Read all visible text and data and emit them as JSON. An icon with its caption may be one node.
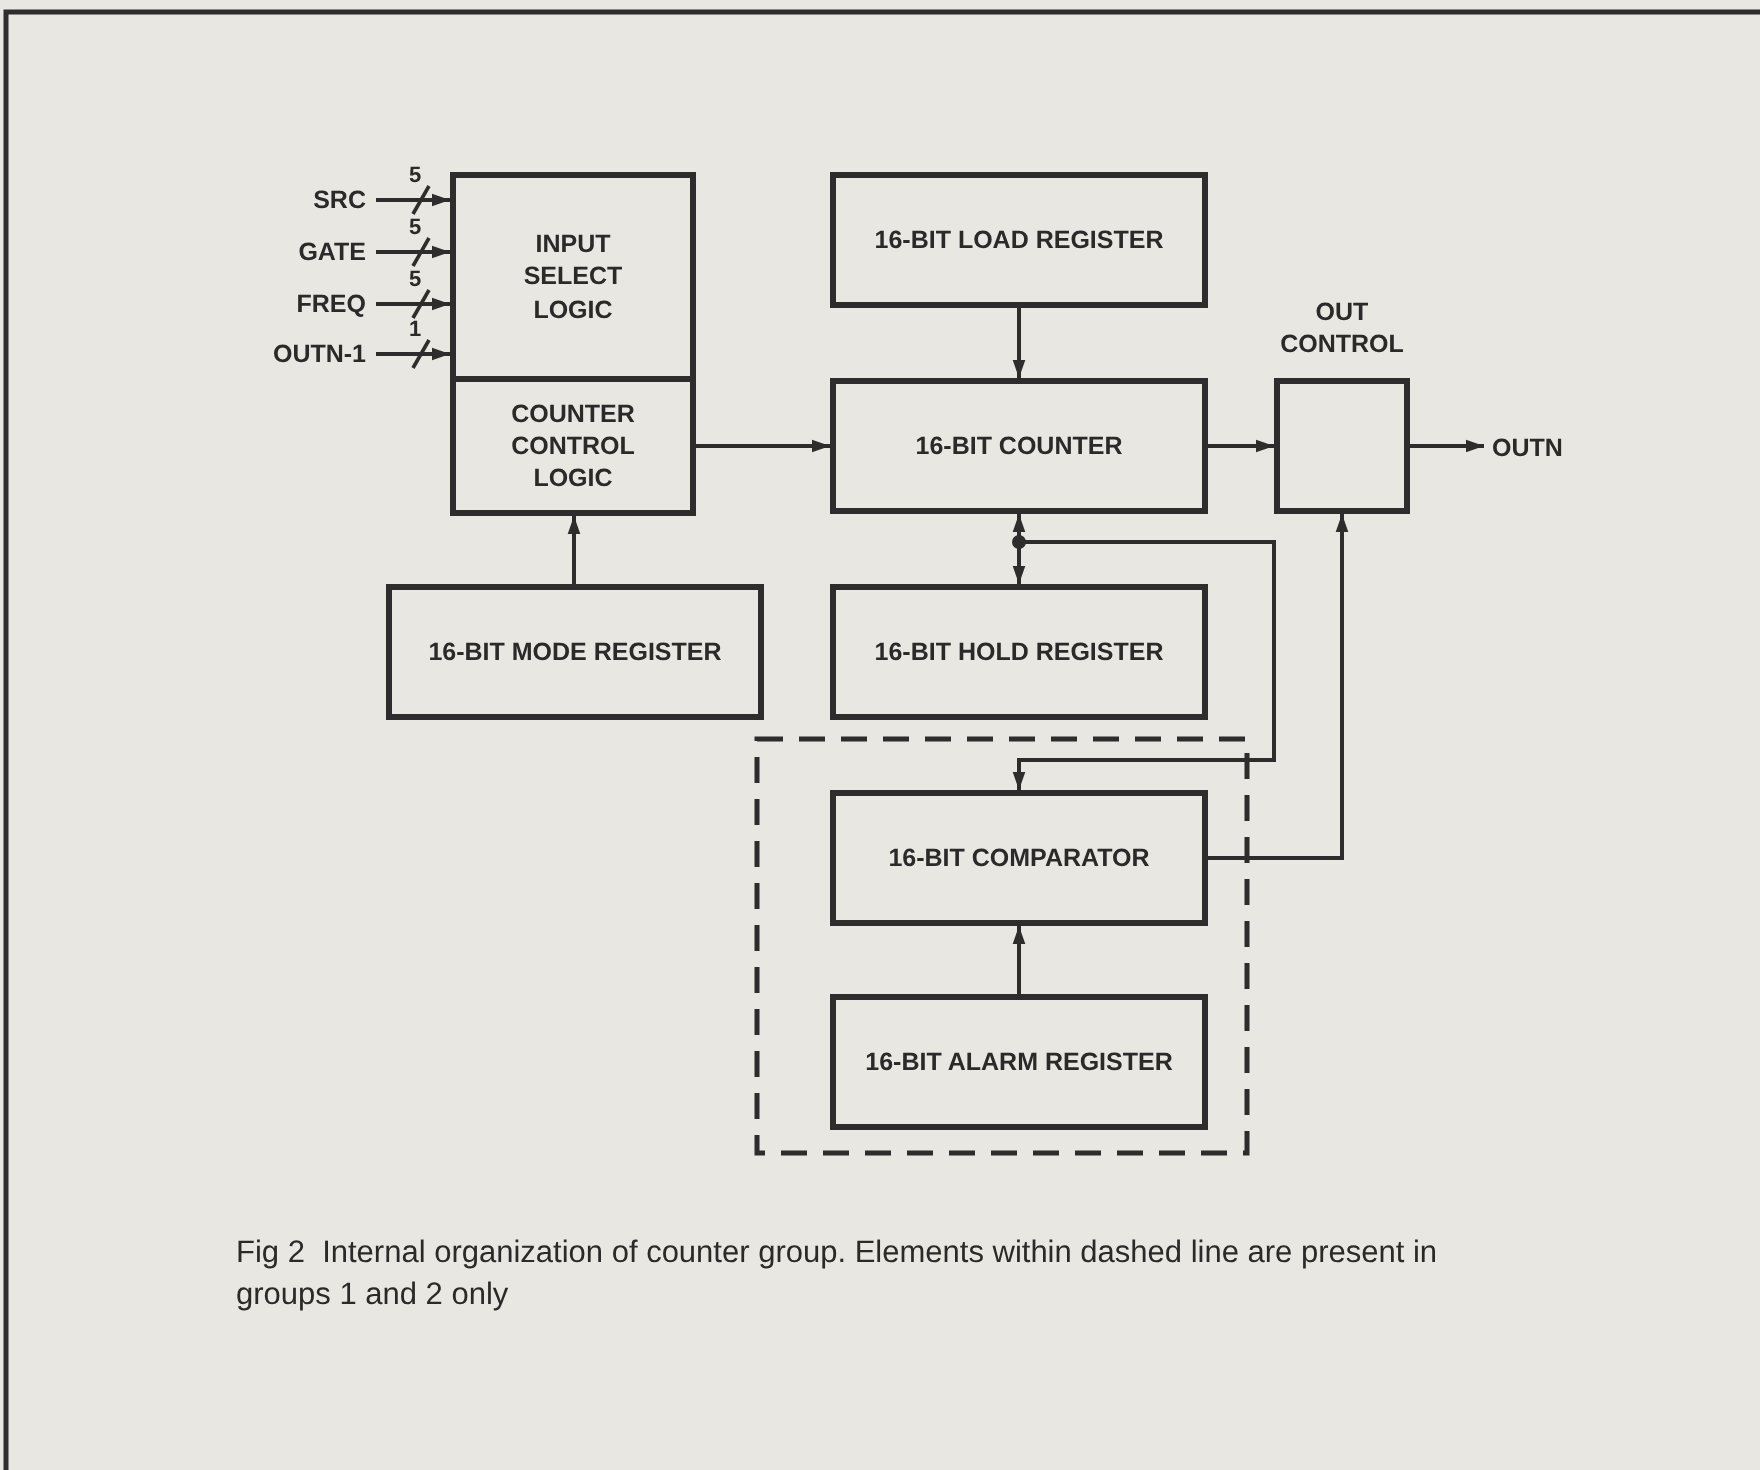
{
  "diagram": {
    "caption": "Fig 2  Internal organization of counter group. Elements within dashed line are present in groups 1 and 2 only",
    "nodes": [
      {
        "text": [
          "SRC"
        ]
      },
      {
        "text": [
          "GATE"
        ]
      },
      {
        "text": [
          "FREQ"
        ]
      },
      {
        "text": [
          "OUTN-1"
        ]
      },
      {
        "text": [
          "INPUT SELECT LOGIC"
        ]
      },
      {
        "text": [
          "COUNTER CONTROL LOGIC"
        ]
      },
      {
        "text": [
          "16-BIT LOAD REGISTER"
        ]
      },
      {
        "text": [
          "16-BIT COUNTER"
        ]
      },
      {
        "text": [
          "OUT CONTROL"
        ]
      },
      {
        "text": [
          "OUTN"
        ]
      },
      {
        "text": [
          "16-BIT MODE REGISTER"
        ]
      },
      {
        "text": [
          "16-BIT HOLD REGISTER"
        ]
      },
      {
        "text": [],
        "shape": "box"
      },
      {
        "text": [
          "16-BIT COMPARATOR"
        ],
        "in": 12
      },
      {
        "text": [
          "16-BIT ALARM REGISTER"
        ],
        "in": 12
      }
    ],
    "edges": [
      {
        "from": 0,
        "to": 4,
        "arrow": "to",
        "label": "5"
      },
      {
        "from": 1,
        "to": 4,
        "arrow": "to",
        "label": "5"
      },
      {
        "from": 2,
        "to": 4,
        "arrow": "to",
        "label": "5"
      },
      {
        "from": 3,
        "to": 4,
        "arrow": "to",
        "label": "1"
      },
      {
        "from": 5,
        "to": 7,
        "arrow": "to"
      },
      {
        "from": 6,
        "to": 7,
        "arrow": "to"
      },
      {
        "from": 7,
        "to": 8,
        "arrow": "to"
      },
      {
        "from": 8,
        "to": 9,
        "arrow": "to"
      },
      {
        "from": 10,
        "to": 5,
        "arrow": "to"
      },
      {
        "from": 7,
        "to": 11,
        "arrow": "both"
      },
      {
        "from": 7,
        "to": 13,
        "arrow": "to"
      },
      {
        "from": 13,
        "to": 8,
        "arrow": "to"
      },
      {
        "from": 14,
        "to": 13,
        "arrow": "to"
      }
    ]
  }
}
